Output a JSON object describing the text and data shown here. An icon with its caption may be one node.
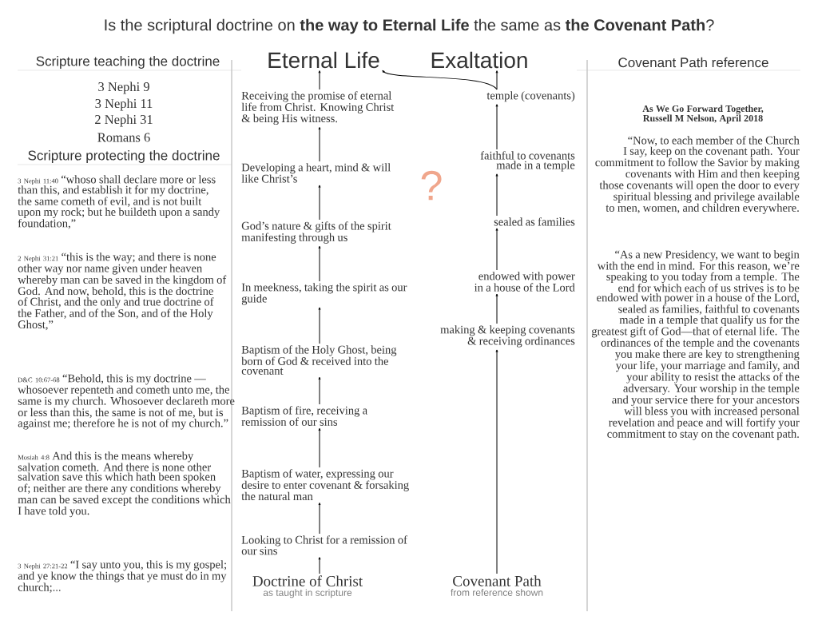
{
  "diagram": {
    "title": "Is the scriptural doctrine on **the way to Eternal Life** the same as **the Covenant Path**?",
    "nodes": [
      {
        "text": [
          "Eternal Life"
        ]
      },
      {
        "text": [
          "Exaltation"
        ]
      },
      {
        "text": [
          "Receiving the promise of eternal life from Christ. Knowing Christ & being His witness."
        ]
      },
      {
        "text": [
          "temple (covenants)"
        ]
      },
      {
        "text": [
          "Developing a heart, mind & will like Christ’s"
        ]
      },
      {
        "text": [
          "faithful to covenants made in a temple"
        ]
      },
      {
        "text": [
          "God’s nature & gifts of the spirit manifesting through us"
        ]
      },
      {
        "text": [
          "sealed as families"
        ]
      },
      {
        "text": [
          "In meekness, taking the spirit as our guide"
        ]
      },
      {
        "text": [
          "endowed with power in a house of the Lord"
        ]
      },
      {
        "text": [
          "Baptism of the Holy Ghost, being born of God & received into the covenant"
        ]
      },
      {
        "text": [
          "making & keeping covenants & receiving ordinances"
        ]
      },
      {
        "text": [
          "Baptism of fire, receiving a remission of our sins"
        ]
      },
      {
        "text": [
          "Baptism of water, expressing our desire to enter covenant & forsaking the natural man"
        ]
      },
      {
        "text": [
          "Looking to Christ for a remission of our sins"
        ]
      },
      {
        "text": [
          "Doctrine of Christ"
        ],
        "beside": [
          "as taught in scripture"
        ]
      },
      {
        "text": [
          "Covenant Path"
        ],
        "beside": [
          "from reference shown"
        ]
      }
    ],
    "edges": [
      {
        "from": 15,
        "to": 14,
        "arrow": "to"
      },
      {
        "from": 14,
        "to": 13,
        "arrow": "to"
      },
      {
        "from": 13,
        "to": 12,
        "arrow": "to"
      },
      {
        "from": 12,
        "to": 10,
        "arrow": "to"
      },
      {
        "from": 10,
        "to": 8,
        "arrow": "to"
      },
      {
        "from": 8,
        "to": 6,
        "arrow": "to"
      },
      {
        "from": 6,
        "to": 4,
        "arrow": "to"
      },
      {
        "from": 4,
        "to": 2,
        "arrow": "to"
      },
      {
        "from": 2,
        "to": 0,
        "arrow": "to"
      },
      {
        "from": 16,
        "to": 11,
        "arrow": "to"
      },
      {
        "from": 11,
        "to": 9,
        "arrow": "to"
      },
      {
        "from": 9,
        "to": 7,
        "arrow": "to"
      },
      {
        "from": 7,
        "to": 5,
        "arrow": "to"
      },
      {
        "from": 5,
        "to": 3,
        "arrow": "to"
      },
      {
        "from": 3,
        "to": 1,
        "arrow": "to"
      },
      {
        "from": 3,
        "to": 0,
        "arrow": "to"
      }
    ],
    "labels": [
      "Scripture teaching the doctrine",
      "3 Nephi 9",
      "3 Nephi 11",
      "2 Nephi 31",
      "Romans 6",
      "Scripture protecting the doctrine",
      "3 Nephi 11:40",
      "“whoso shall declare more or less than this, and establish it for my doctrine, the same cometh of evil, and is not built upon my rock; but he buildeth upon a sandy foundation,”",
      "2 Nephi 31:21",
      "“this is the way; and there is none other way nor name given under heaven whereby man can be saved in the kingdom of God. And now, behold, this is the doctrine of Christ, and the only and true doctrine of the Father, and of the Son, and of the Holy Ghost,”",
      "D&C 10:67-68",
      "“Behold, this is my doctrine — whosoever repenteth and cometh unto me, the same is my church. Whosoever declareth more or less than this, the same is not of me, but is against me; therefore he is not of my church.”",
      "Mosiah 4:8",
      "And this is the means whereby salvation cometh. And there is none other salvation save this which hath been spoken of; neither are there any conditions whereby man can be saved except the conditions which I have told you.",
      "3 Nephi 27:21-22",
      "“I say unto you, this is my gospel; and ye know the things that ye must do in my church;...",
      "?",
      "Covenant Path reference",
      "As We Go Forward Together, Russell M Nelson, April 2018",
      "“Now, to each member of the Church I say, keep on the covenant path. Your commitment to follow the Savior by making covenants with Him and then keeping those covenants will open the door to every spiritual blessing and privilege available to men, women, and children everywhere.",
      "“As a new Presidency, we want to begin with the end in mind. For this reason, we’re speaking to you today from a temple. The end for which each of us strives is to be endowed with power in a house of the Lord, sealed as families, faithful to covenants made in a temple that qualify us for the greatest gift of God—that of eternal life. The ordinances of the temple and the covenants you make there are key to strengthening your life, your marriage and family, and your ability to resist the attacks of the adversary. Your worship in the temple and your service there for your ancestors will bless you with increased personal revelation and peace and will fortify your commitment to stay on the covenant path."
    ]
  }
}
